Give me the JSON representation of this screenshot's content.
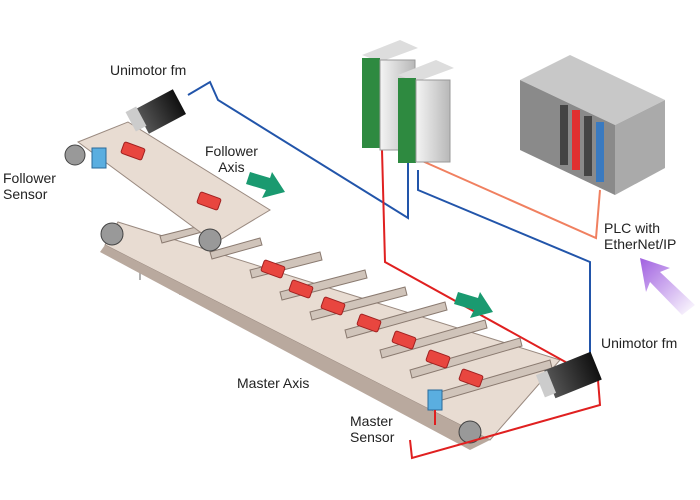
{
  "labels": {
    "top_motor": "Unimotor fm",
    "follower_axis": [
      "Follower",
      "Axis"
    ],
    "follower_sensor": [
      "Follower",
      "Sensor"
    ],
    "master_axis": "Master Axis",
    "master_sensor": [
      "Master",
      "Sensor"
    ],
    "right_motor": "Unimotor fm",
    "plc": [
      "PLC with",
      "EtherNet/IP"
    ]
  },
  "colors": {
    "belt": "#e8dcd2",
    "product": "#e8463f",
    "wire_blue": "#2255aa",
    "wire_red": "#e02020",
    "wire_orange": "#f08060",
    "direction_arrow": "#1a9a70",
    "plc_arrow": "#a060e0",
    "sensor": "#5aaee0"
  }
}
